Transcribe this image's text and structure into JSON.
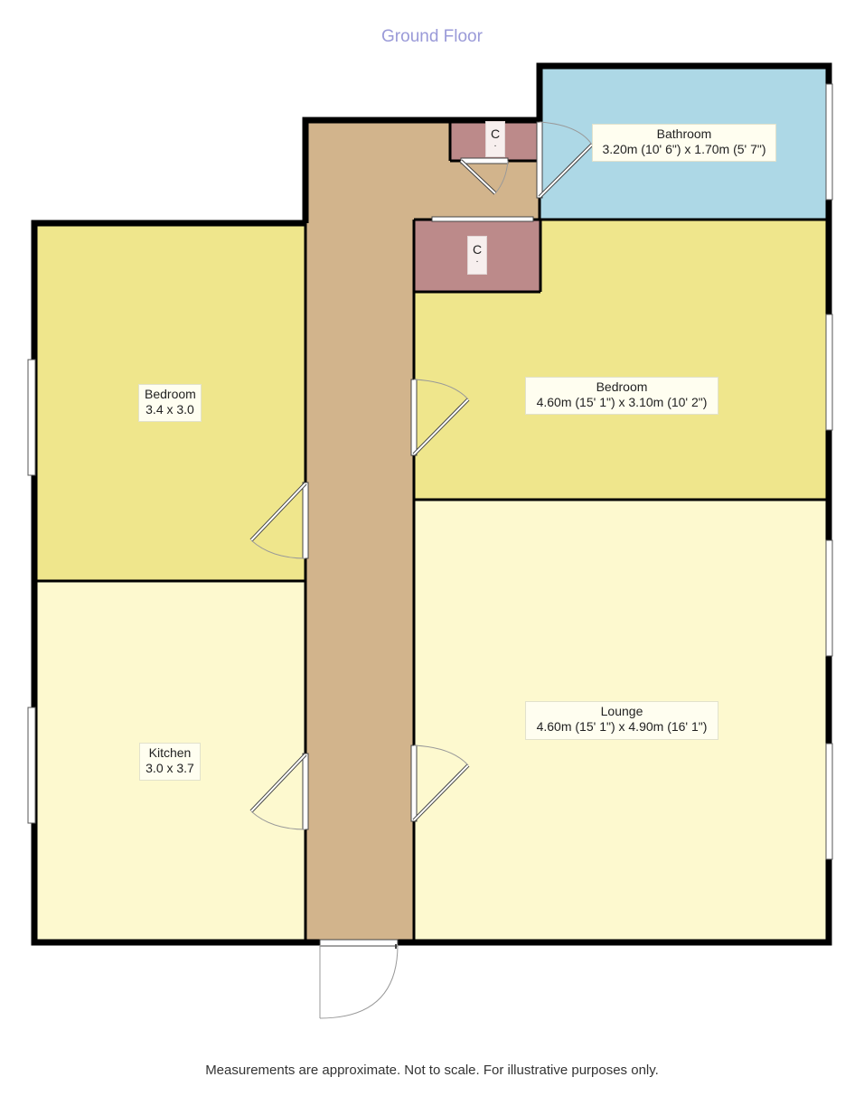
{
  "floor": {
    "title": "Ground Floor"
  },
  "rooms": {
    "bathroom": {
      "name": "Bathroom",
      "size": "3.20m (10' 6\") x 1.70m (5' 7\")"
    },
    "bedroom_right": {
      "name": "Bedroom",
      "size": "4.60m (15' 1\") x 3.10m (10' 2\")"
    },
    "bedroom_left": {
      "name": "Bedroom",
      "size": "3.4 x 3.0"
    },
    "kitchen": {
      "name": "Kitchen",
      "size": "3.0 x 3.7"
    },
    "lounge": {
      "name": "Lounge",
      "size": "4.60m (15' 1\") x 4.90m (16' 1\")"
    },
    "cupboard_top": {
      "label": "C",
      "mark": "."
    },
    "cupboard_mid": {
      "label": "C",
      "mark": "."
    }
  },
  "colors": {
    "bathroom": "#add8e6",
    "bedroom": "#efe68c",
    "kitchen_lounge": "#fdf9cf",
    "hallway": "#d2b48c",
    "cupboard": "#bc8a8a",
    "walls": "#000000"
  },
  "footer": {
    "note": "Measurements are approximate. Not to scale. For illustrative purposes only."
  }
}
